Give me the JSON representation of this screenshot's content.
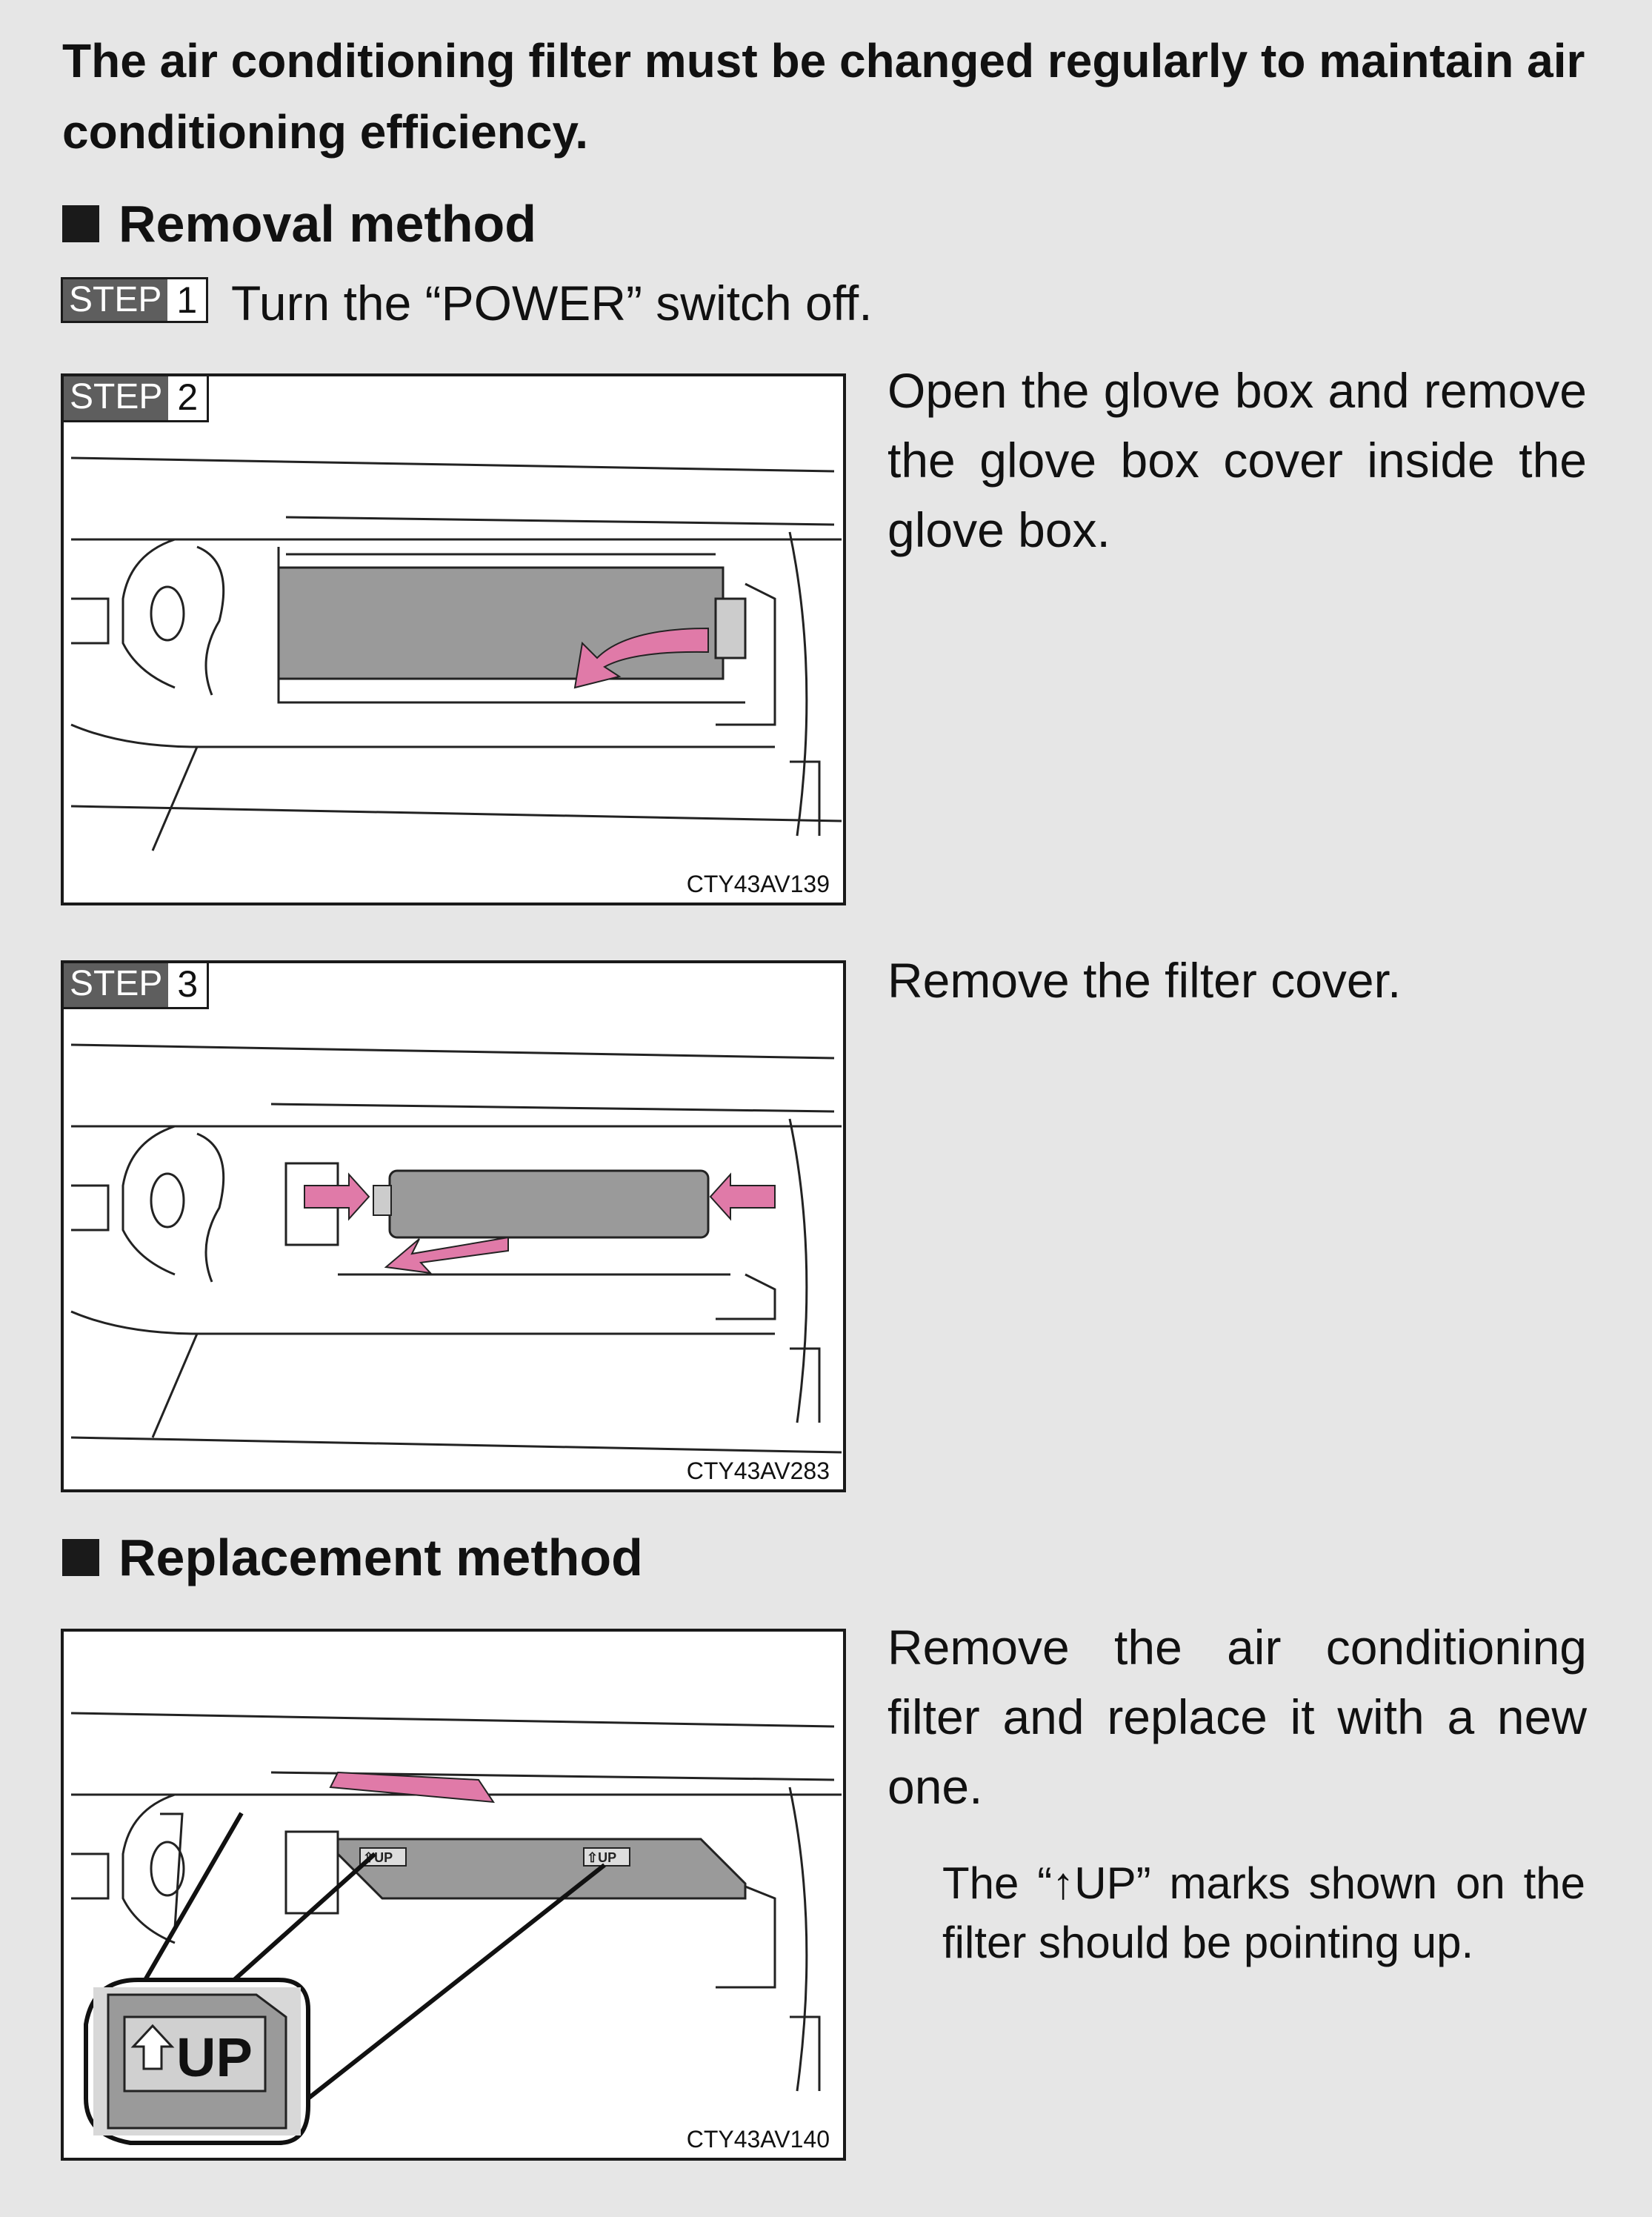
{
  "intro": "The air conditioning filter must be changed regularly to maintain air conditioning efficiency.",
  "removal": {
    "heading": "Removal method",
    "step1": {
      "word": "STEP",
      "num": "1",
      "text": "Turn the “POWER” switch off."
    },
    "step2": {
      "word": "STEP",
      "num": "2",
      "text": "Open the glove box and remove the glove box cover inside the glove box.",
      "figure_code": "CTY43AV139"
    },
    "step3": {
      "word": "STEP",
      "num": "3",
      "text": "Remove the filter cover.",
      "figure_code": "CTY43AV283"
    }
  },
  "replacement": {
    "heading": "Replacement method",
    "text": "Remove the air conditioning filter and replace it with a new one.",
    "note": "The “↑UP” marks shown on the filter should be pointing up.",
    "figure_code": "CTY43AV140",
    "mark_small": "⇧UP",
    "mark_large": "UP"
  },
  "colors": {
    "arrow": "#e07aa8",
    "filter_gray": "#9a9a9a",
    "step_bg": "#5e5e5e"
  }
}
